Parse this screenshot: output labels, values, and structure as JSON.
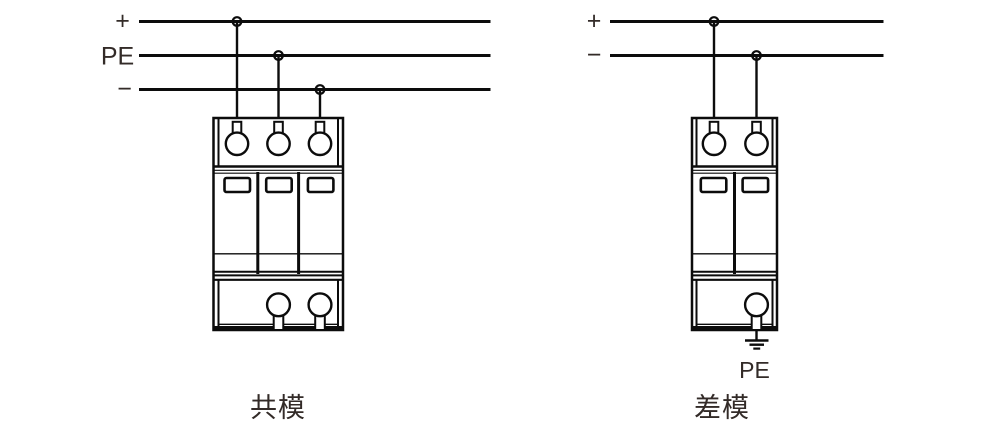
{
  "page": {
    "background": "#ffffff"
  },
  "colors": {
    "line": "#0c0c0c",
    "text": "#332b28"
  },
  "diagrams": {
    "left": {
      "caption": "共模",
      "device": "spd-3pole",
      "labels": {
        "plus": "+",
        "pe": "PE",
        "minus": "−"
      }
    },
    "right": {
      "caption": "差模",
      "device": "spd-2pole",
      "labels": {
        "plus": "+",
        "minus": "−"
      },
      "ground_label": "PE"
    }
  }
}
